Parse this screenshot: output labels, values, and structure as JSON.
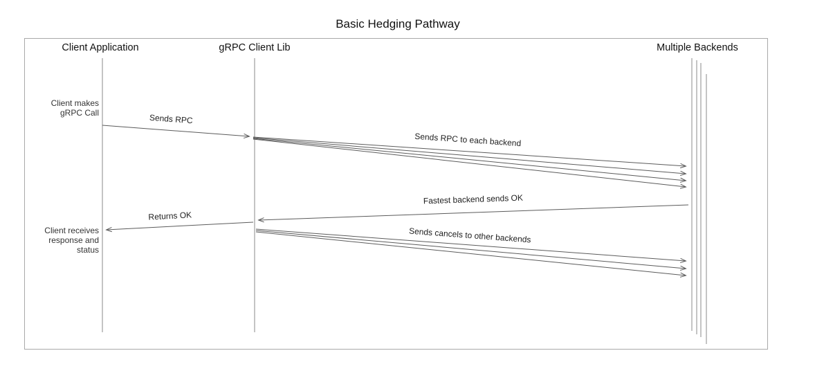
{
  "title": "Basic Hedging Pathway",
  "lifelines": {
    "client": {
      "label": "Client Application"
    },
    "lib": {
      "label": "gRPC Client Lib"
    },
    "backends": {
      "label": "Multiple Backends"
    }
  },
  "messages": {
    "sends_rpc": {
      "label": "Sends RPC"
    },
    "sends_rpc_each": {
      "label": "Sends RPC to each backend"
    },
    "fastest_ok": {
      "label": "Fastest backend sends OK"
    },
    "returns_ok": {
      "label": "Returns OK"
    },
    "sends_cancels": {
      "label": "Sends cancels to other backends"
    }
  },
  "notes": {
    "client_makes": {
      "line1": "Client makes",
      "line2": "gRPC Call"
    },
    "client_receives": {
      "line1": "Client receives",
      "line2": "response and",
      "line3": "status"
    }
  },
  "colors": {
    "line": "#5a5a5a",
    "lifeline": "#8a8a8a",
    "frame": "#a8a8a8",
    "text": "#111111"
  }
}
